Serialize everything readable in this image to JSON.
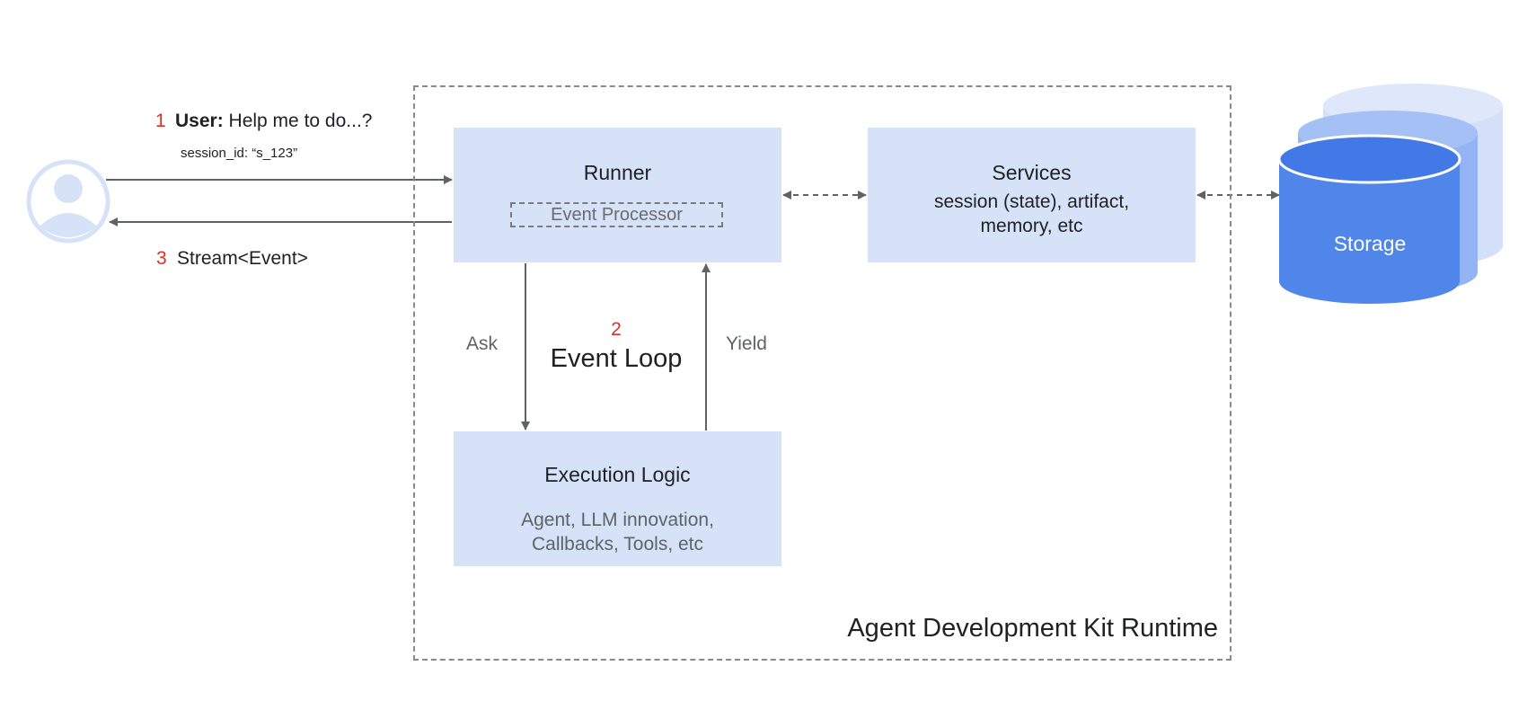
{
  "step_numbers": {
    "one": "1",
    "two": "2",
    "three": "3"
  },
  "user_request": {
    "speaker": "User:",
    "message": " Help me to do...?",
    "session": "session_id: “s_123”"
  },
  "stream": {
    "label": "Stream<Event>"
  },
  "runner": {
    "title": "Runner",
    "processor": "Event Processor"
  },
  "services": {
    "title": "Services",
    "line1": "session (state), artifact,",
    "line2": "memory, etc"
  },
  "loop": {
    "title": "Event Loop",
    "ask": "Ask",
    "yield": "Yield"
  },
  "execution": {
    "title": "Execution Logic",
    "line1": "Agent, LLM innovation,",
    "line2": "Callbacks, Tools, etc"
  },
  "storage": {
    "label": "Storage"
  },
  "runtime": {
    "label": "Agent Development Kit Runtime"
  },
  "colors": {
    "box_fill": "#d6e2f8",
    "step_number": "#d93025",
    "arrow": "#5f6368",
    "storage_front": "#5086ea",
    "storage_middle": "#93b3f2",
    "storage_back": "#d4e0f9",
    "user_icon": "#d6e2f8"
  },
  "icons": {
    "user": "user-avatar-icon",
    "storage": "database-icon"
  }
}
